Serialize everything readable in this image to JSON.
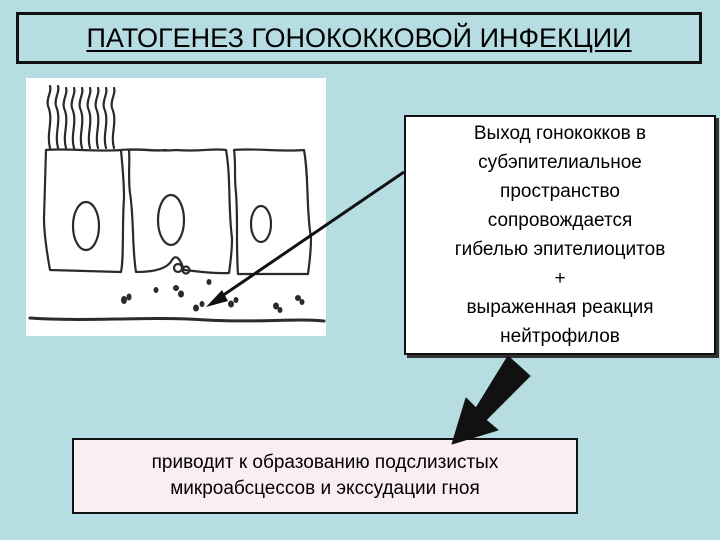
{
  "title": "ПАТОГЕНЕЗ ГОНОКОККОВОЙ ИНФЕКЦИИ",
  "description": {
    "lines": [
      "Выход гонококков в",
      "субэпителиальное",
      "пространство",
      "сопровождается",
      "гибелью эпителиоцитов",
      "+",
      "выраженная реакция",
      "нейтрофилов"
    ]
  },
  "result": {
    "lines": [
      "приводит к образованию подслизистых",
      "микроабсцессов и экссудации гноя"
    ]
  },
  "colors": {
    "background": "#b6dde2",
    "description_box": "#ffffff",
    "result_box": "#fbeef1",
    "border": "#111111"
  }
}
